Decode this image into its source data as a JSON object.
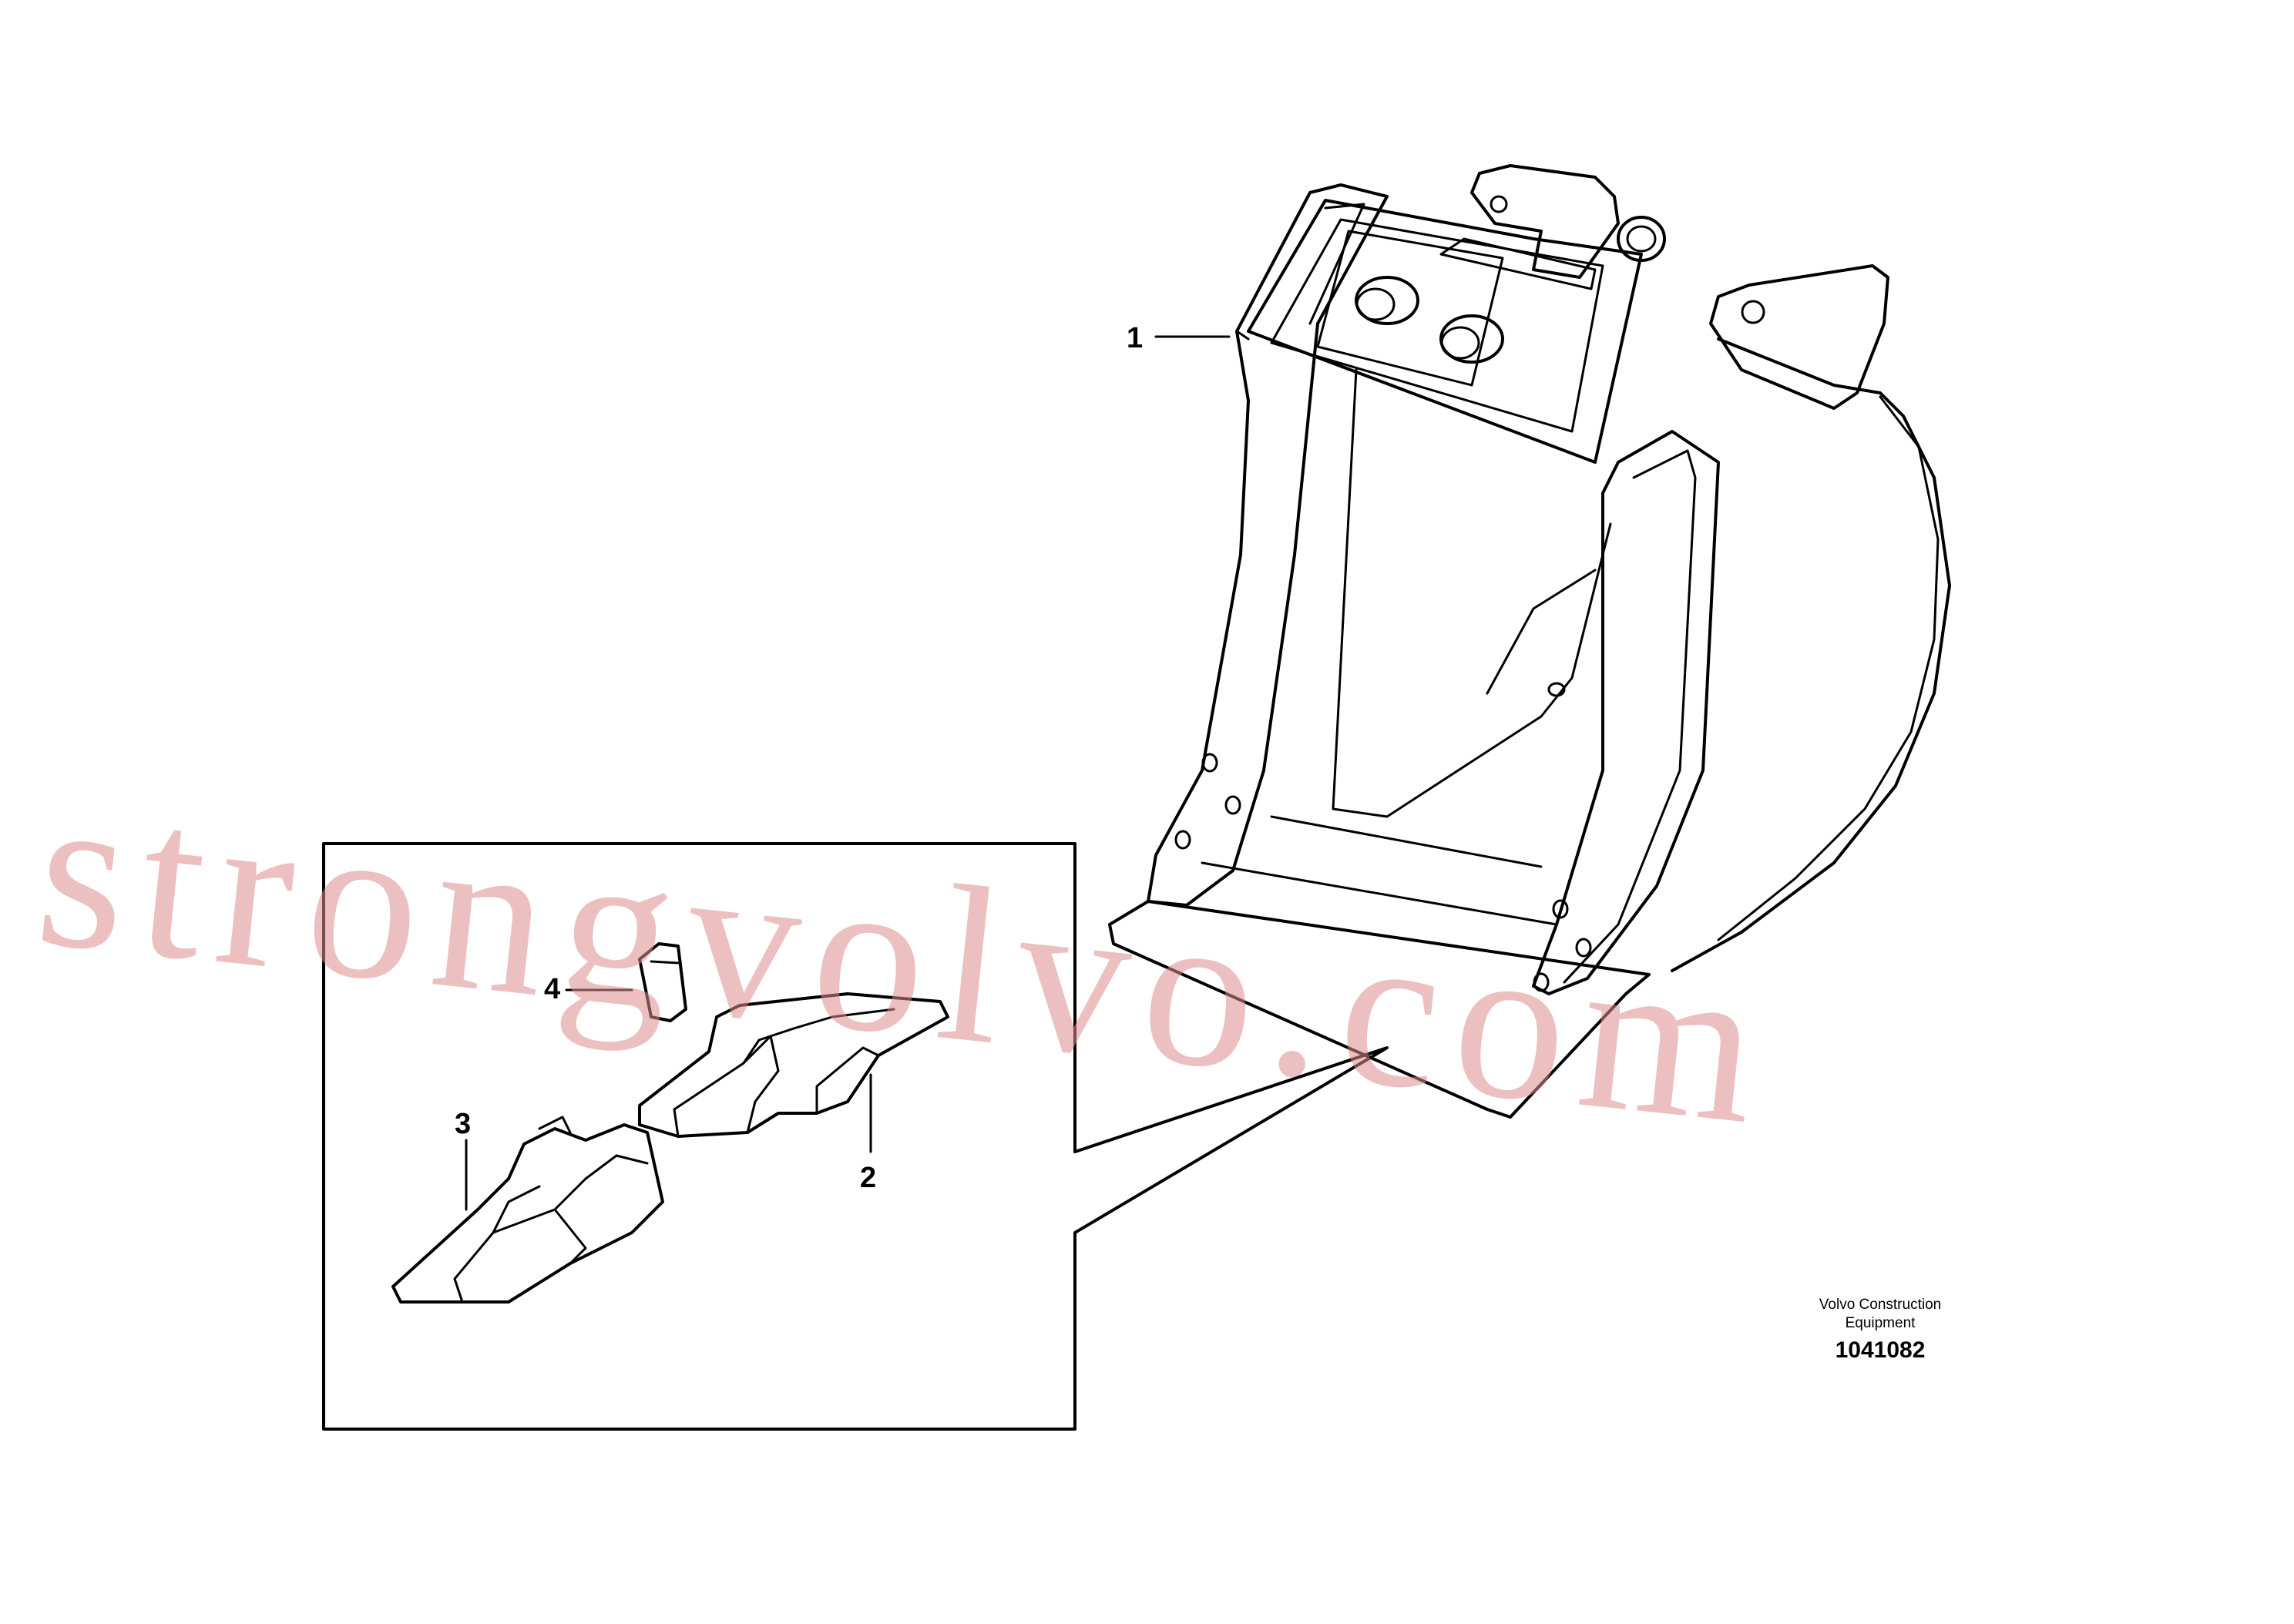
{
  "callouts": {
    "item_1": "1",
    "item_2": "2",
    "item_3": "3",
    "item_4": "4"
  },
  "caption": {
    "line1": "Volvo Construction",
    "line2": "Equipment",
    "number": "1041082"
  },
  "watermark": {
    "text": "strongvolvo.com",
    "color": "#dc8c8c"
  },
  "colors": {
    "line": "#000000",
    "background": "#ffffff"
  }
}
